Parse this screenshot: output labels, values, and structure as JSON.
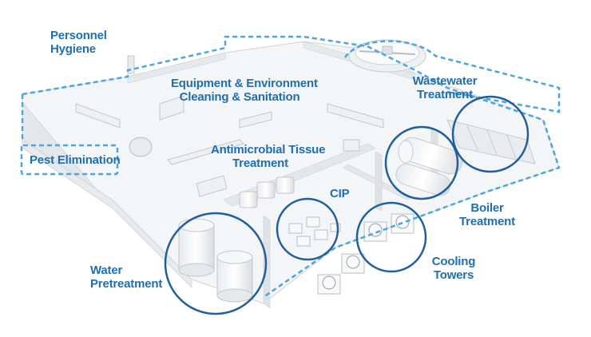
{
  "labels": {
    "personnel_hygiene": [
      "Personnel",
      "Hygiene"
    ],
    "equipment_cleaning": [
      "Equipment & Environment",
      "Cleaning & Sanitation"
    ],
    "wastewater": [
      "Wastewater",
      "Treatment"
    ],
    "pest_elimination": "Pest Elimination",
    "antimicrobial": [
      "Antimicrobial Tissue",
      "Treatment"
    ],
    "cip": "CIP",
    "boiler": [
      "Boiler",
      "Treatment"
    ],
    "cooling": [
      "Cooling",
      "Towers"
    ],
    "water_pretreatment": [
      "Water",
      "Pretreatment"
    ]
  },
  "colors": {
    "accent": "#1f6fae",
    "highlight_ring": "#1f5f9e",
    "dashed_outline": "#4aa6dc",
    "building_fill": "#f4f5f6",
    "building_shade": "#dfe2e5"
  }
}
